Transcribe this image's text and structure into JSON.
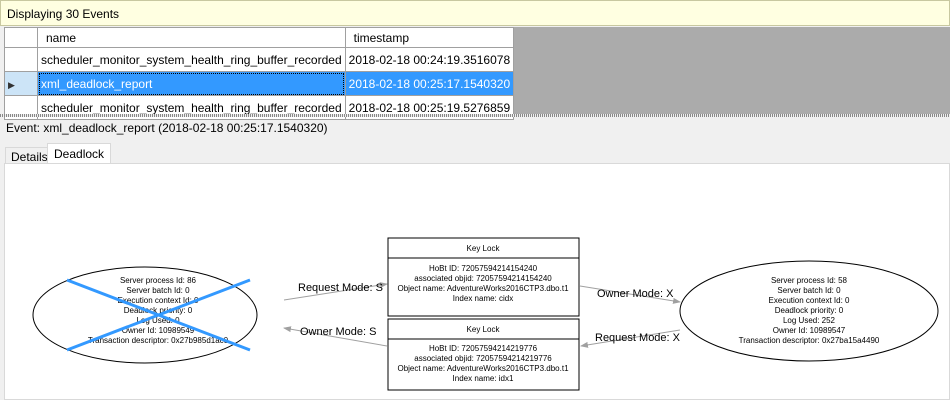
{
  "banner": "Displaying 30 Events",
  "grid": {
    "headers": [
      "name",
      "timestamp"
    ],
    "rows": [
      {
        "name": "scheduler_monitor_system_health_ring_buffer_recorded",
        "timestamp": "2018-02-18 00:24:19.3516078"
      },
      {
        "name": "xml_deadlock_report",
        "timestamp": "2018-02-18 00:25:17.1540320",
        "selected": true
      },
      {
        "name": "scheduler_monitor_system_health_ring_buffer_recorded",
        "timestamp": "2018-02-18 00:25:19.5276859"
      }
    ]
  },
  "event_label": "Event: xml_deadlock_report (2018-02-18 00:25:17.1540320)",
  "tabs": [
    {
      "label": "Details"
    },
    {
      "label": "Deadlock",
      "active": true
    }
  ],
  "deadlock": {
    "victim": {
      "lines": [
        "Server process Id: 86",
        "Server batch Id: 0",
        "Execution context Id: 0",
        "Deadlock priority: 0",
        "Log Used: 0",
        "Owner Id: 10989549",
        "Transaction descriptor: 0x27b985d1ac0"
      ]
    },
    "process2": {
      "lines": [
        "Server process Id: 58",
        "Server batch Id: 0",
        "Execution context Id: 0",
        "Deadlock priority: 0",
        "Log Used: 252",
        "Owner Id: 10989547",
        "Transaction descriptor: 0x27ba15a4490"
      ]
    },
    "lock1": {
      "title": "Key Lock",
      "lines": [
        "HoBt ID: 72057594214154240",
        "associated objid: 72057594214154240",
        "Object name: AdventureWorks2016CTP3.dbo.t1",
        "Index name: cidx"
      ]
    },
    "lock2": {
      "title": "Key Lock",
      "lines": [
        "HoBt ID: 72057594214219776",
        "associated objid: 72057594214219776",
        "Object name: AdventureWorks2016CTP3.dbo.t1",
        "Index name: idx1"
      ]
    },
    "edges": {
      "req_s": "Request Mode: S",
      "own_x": "Owner Mode: X",
      "req_x": "Request Mode: X",
      "own_s": "Owner Mode: S"
    },
    "victim_color": "#3399ff"
  }
}
